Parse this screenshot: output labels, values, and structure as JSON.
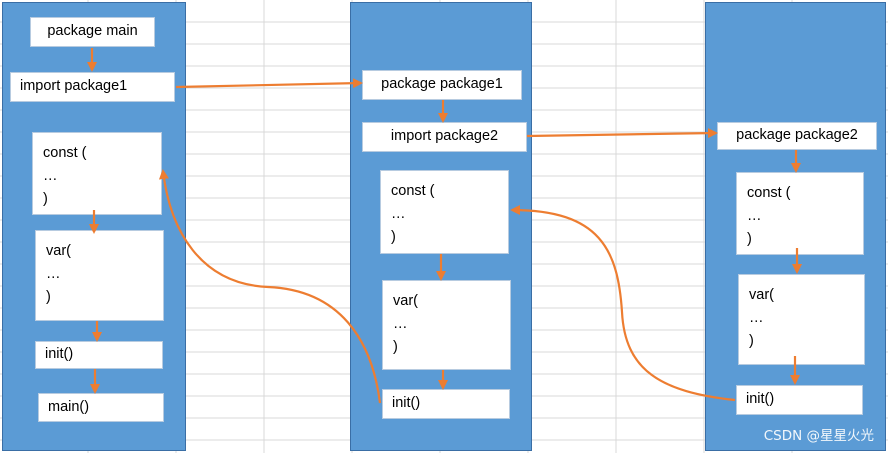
{
  "columns": [
    {
      "header": "package main",
      "import": "import package1",
      "const_lines": [
        "const (",
        "…",
        ")"
      ],
      "var_lines": [
        "var(",
        "…",
        ")"
      ],
      "init": "init()",
      "main": "main()"
    },
    {
      "header": "package package1",
      "import": "import package2",
      "const_lines": [
        "const (",
        "…",
        ")"
      ],
      "var_lines": [
        "var(",
        "…",
        ")"
      ],
      "init": "init()"
    },
    {
      "header": "package package2",
      "const_lines": [
        "const (",
        "…",
        ")"
      ],
      "var_lines": [
        "var(",
        "…",
        ")"
      ],
      "init": "init()"
    }
  ],
  "watermark": "CSDN @星星火光",
  "colors": {
    "column_fill": "#5b9bd5",
    "arrow": "#ed7d31",
    "grid": "#d9d9d9"
  }
}
